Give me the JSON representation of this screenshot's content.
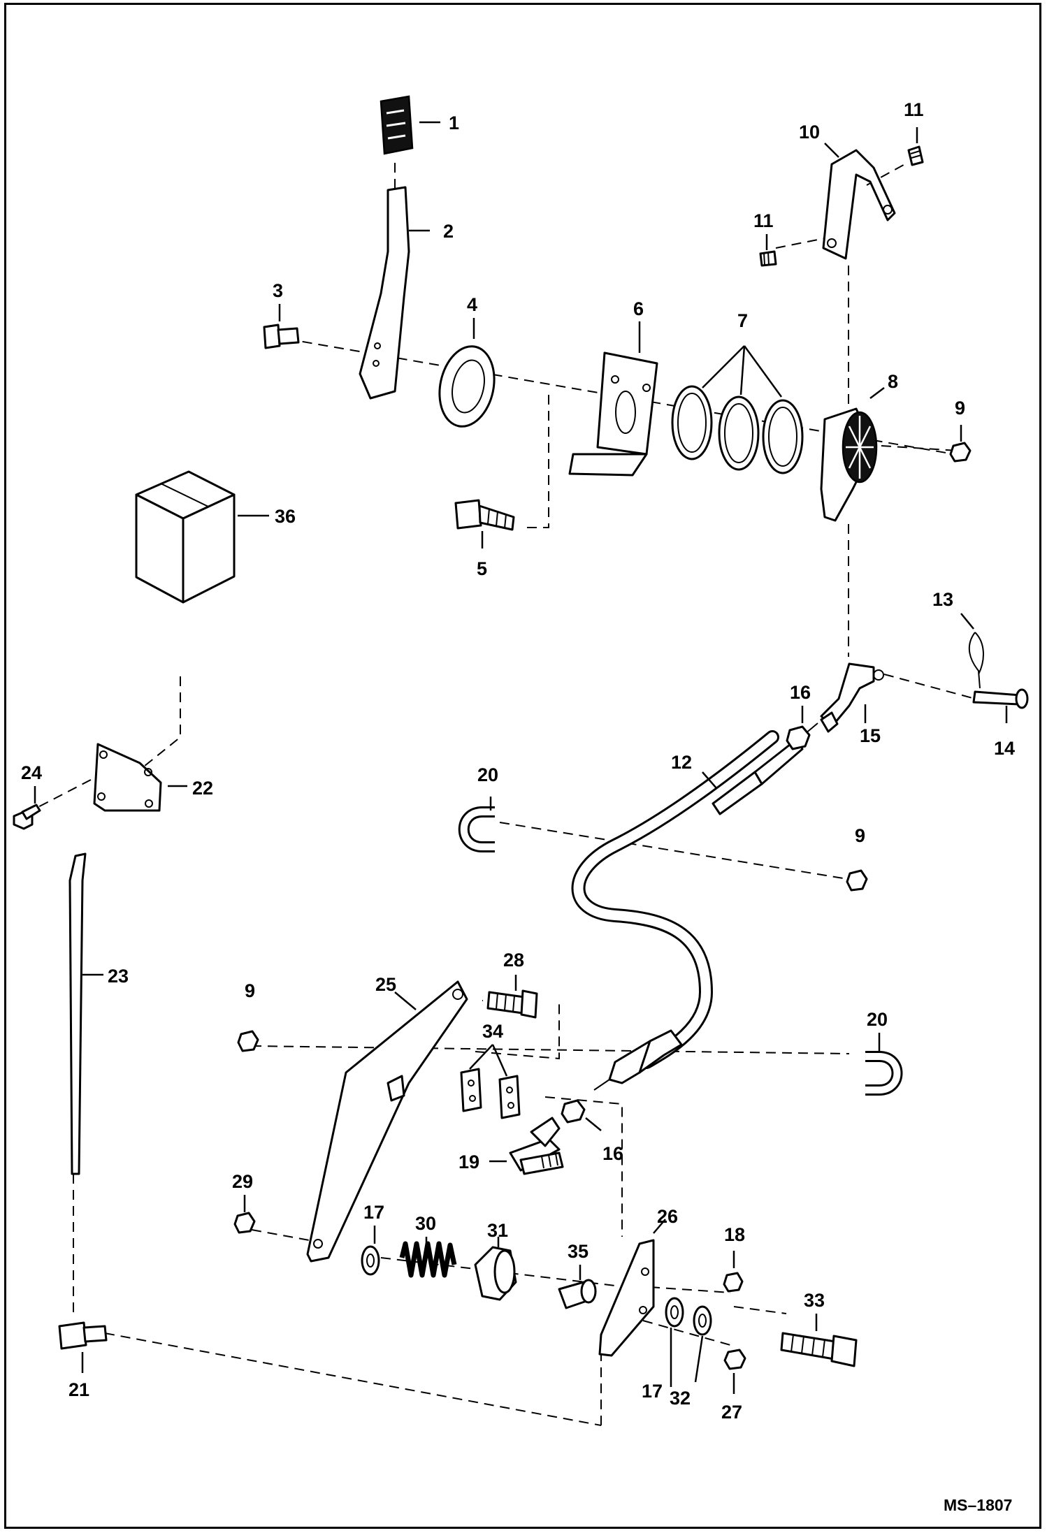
{
  "diagram": {
    "drawing_code": "MS–1807",
    "callouts": [
      "1",
      "2",
      "3",
      "4",
      "5",
      "6",
      "7",
      "8",
      "9",
      "9",
      "9",
      "10",
      "11",
      "11",
      "12",
      "13",
      "14",
      "15",
      "16",
      "16",
      "17",
      "17",
      "18",
      "19",
      "20",
      "20",
      "21",
      "22",
      "23",
      "24",
      "25",
      "26",
      "27",
      "28",
      "29",
      "30",
      "31",
      "32",
      "33",
      "34",
      "35",
      "36"
    ]
  }
}
